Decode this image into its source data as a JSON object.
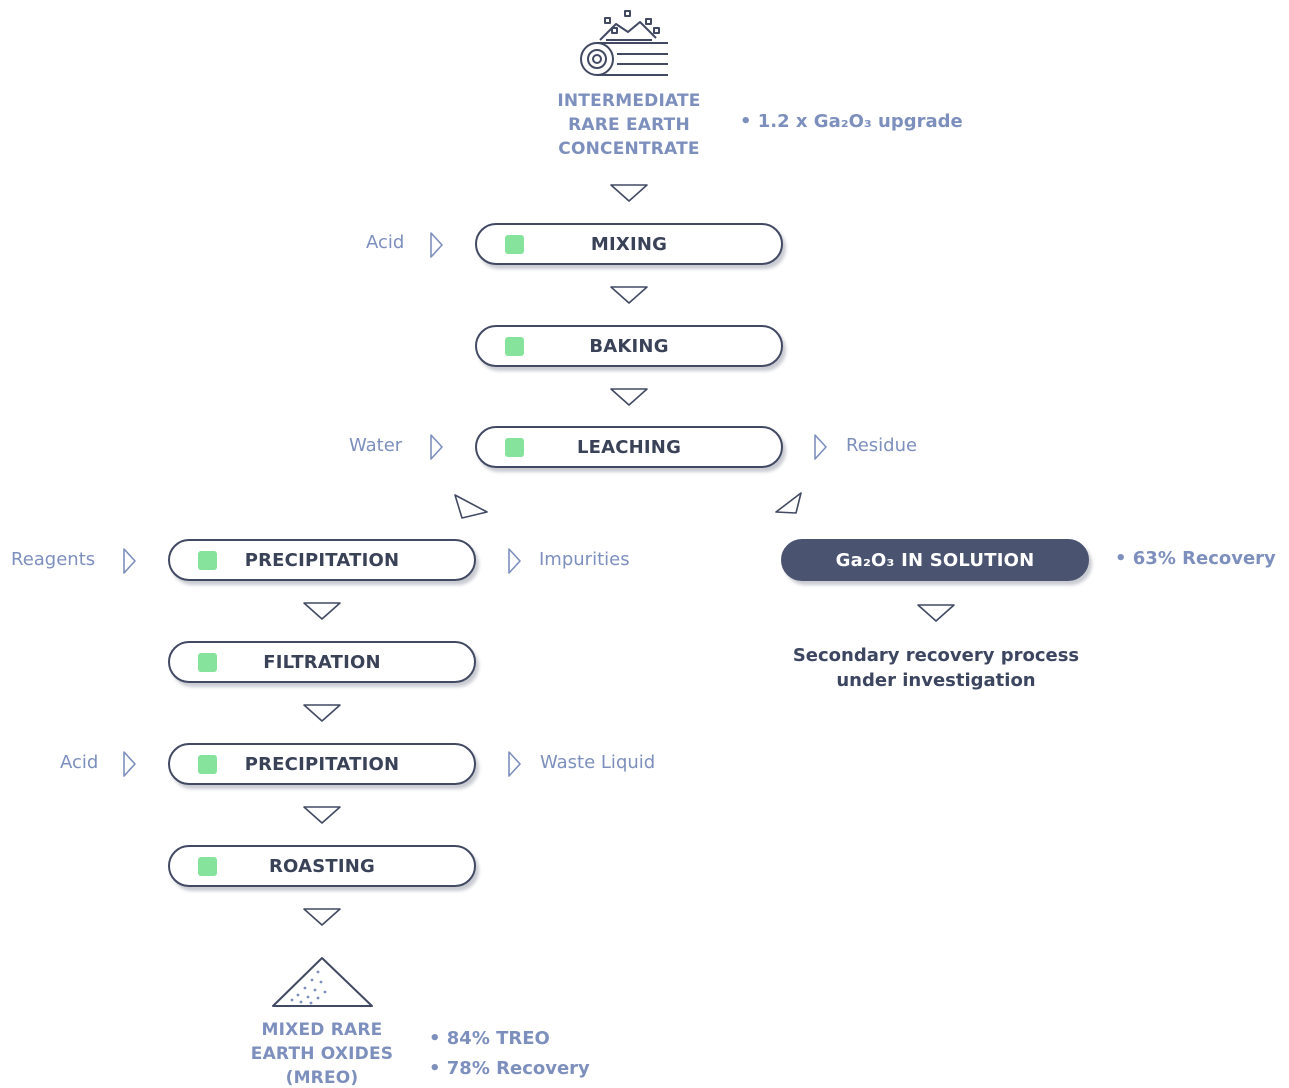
{
  "source": {
    "label_lines": [
      "INTERMEDIATE",
      "RARE EARTH",
      "CONCENTRATE"
    ],
    "bullet": "• 1.2 x Ga₂O₃ upgrade",
    "icon": "conveyor-belt-ore-icon"
  },
  "steps": {
    "mixing": "MIXING",
    "baking": "BAKING",
    "leaching": "LEACHING",
    "precipitation1": "PRECIPITATION",
    "filtration": "FILTRATION",
    "precipitation2": "PRECIPITATION",
    "roasting": "ROASTING",
    "ga_solution": "Ga₂O₃ IN SOLUTION"
  },
  "inputs": {
    "acid1": "Acid",
    "water": "Water",
    "reagents": "Reagents",
    "acid2": "Acid"
  },
  "outputs": {
    "residue": "Residue",
    "impurities": "Impurities",
    "waste_liquid": "Waste Liquid"
  },
  "ga_branch": {
    "recovery": "• 63% Recovery",
    "note_lines": [
      "Secondary recovery process",
      "under investigation"
    ]
  },
  "product": {
    "label_lines": [
      "MIXED RARE",
      "EARTH OXIDES",
      "(MREO)"
    ],
    "bullets": [
      "• 84% TREO",
      "• 78% Recovery"
    ],
    "icon": "powder-pile-icon"
  },
  "colors": {
    "accent_green": "#86e39b",
    "text_blue": "#7d8fbd",
    "dark_navy": "#4a5470",
    "outline": "#424a63"
  }
}
